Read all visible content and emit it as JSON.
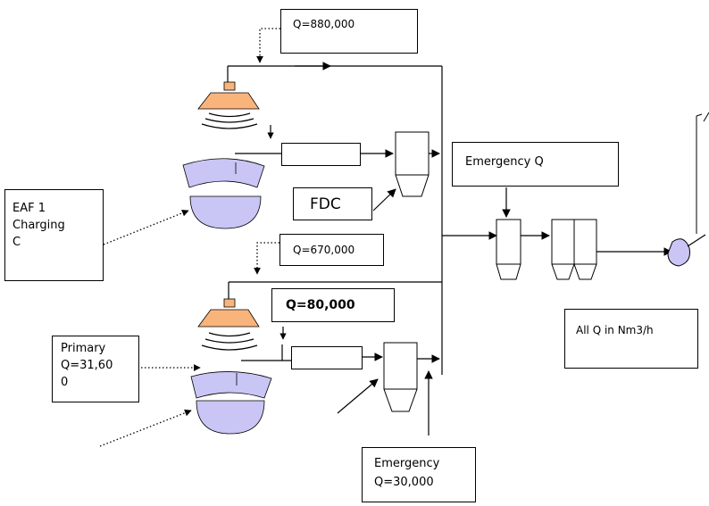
{
  "labels": {
    "q_880": "Q=880,000",
    "q_670": "Q=670,000",
    "q_80": "Q=80,000",
    "fdc": "FDC",
    "emergency_q": "Emergency Q",
    "units_note": "All Q in Nm3/h",
    "eaf_1": "EAF 1",
    "eaf_charging": "Charging",
    "eaf_c": "C",
    "primary": "Primary",
    "primary_q_1": "Q=31,60",
    "primary_q_2": "0",
    "emergency_bottom": "Emergency",
    "emergency_bottom_q": "Q=30,000"
  },
  "colors": {
    "hood": "#F9B47C",
    "furnace": "#C9C6F6",
    "line": "#000000"
  }
}
